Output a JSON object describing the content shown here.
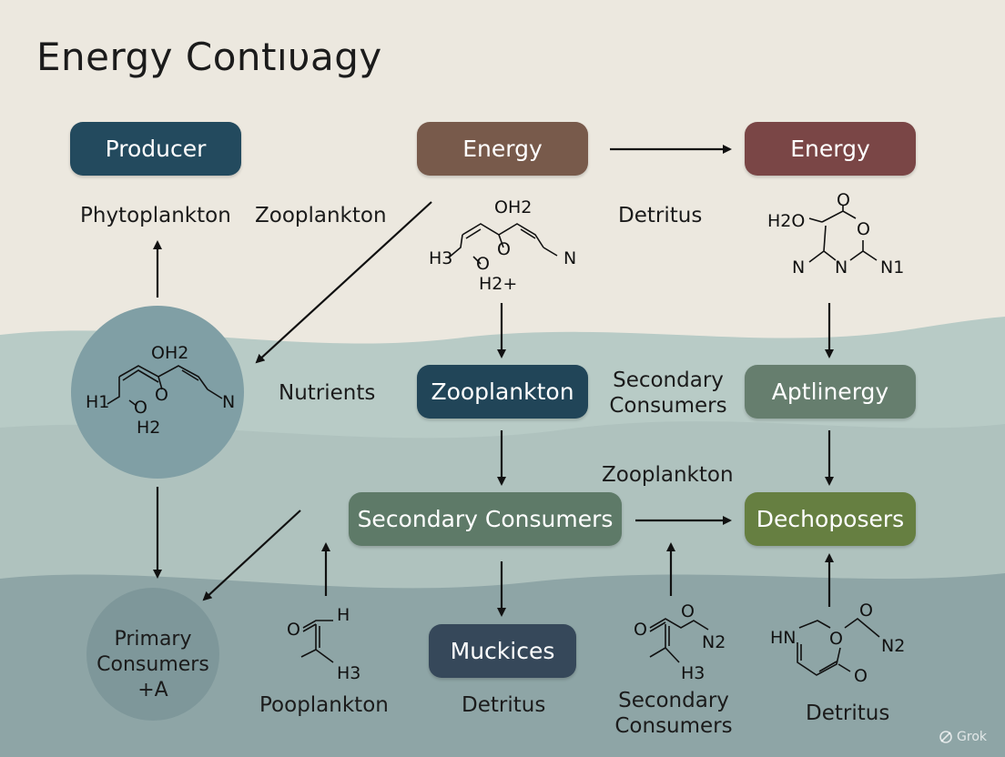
{
  "title": "Energy Contıυagy",
  "colors": {
    "producer": "#234a5e",
    "energy_mid": "#785a4b",
    "energy_right": "#7a4646",
    "zooplankton_box": "#214558",
    "aptlinergy": "#667e6e",
    "secondary_consumers_box": "#5e7a68",
    "dechoposers": "#667f41",
    "muckices": "#36485a"
  },
  "boxes": {
    "producer": "Producer",
    "energy_mid": "Energy",
    "energy_right": "Energy",
    "zooplankton": "Zooplankton",
    "aptlinergy": "Aptlinergy",
    "secondary_consumers": "Secondary Consumers",
    "dechoposers": "Dechoposers",
    "muckices": "Muckices"
  },
  "circles": {
    "primary_consumers": [
      "Primary",
      "Consumers",
      "+A"
    ]
  },
  "labels": {
    "phytoplankton": "Phytoplankton",
    "zooplankton_top": "Zooplankton",
    "detritus_top": "Detritus",
    "nutrients": "Nutrients",
    "secondary_consumers_mid": [
      "Secondary",
      "Consumers"
    ],
    "zooplankton_mid": "Zooplankton",
    "pooplankton": "Pooplankton",
    "detritus_bottom_mid": "Detritus",
    "secondary_consumers_bottom": [
      "Secondary",
      "Consumers"
    ],
    "detritus_bottom_right": "Detritus"
  },
  "molecules": {
    "m1": [
      "OH2",
      "H3",
      "O",
      "O",
      "N",
      "H2+"
    ],
    "m2": [
      "O",
      "H2O",
      "O",
      "N",
      "N",
      "N1"
    ],
    "m3": [
      "OH2",
      "H1",
      "O",
      "O",
      "N",
      "H2"
    ],
    "m4": [
      "O",
      "H",
      "H3"
    ],
    "m5": [
      "O",
      "O",
      "N2",
      "H3"
    ],
    "m6": [
      "O",
      "HN",
      "O",
      "N2",
      "O"
    ]
  },
  "watermark": "Grok"
}
